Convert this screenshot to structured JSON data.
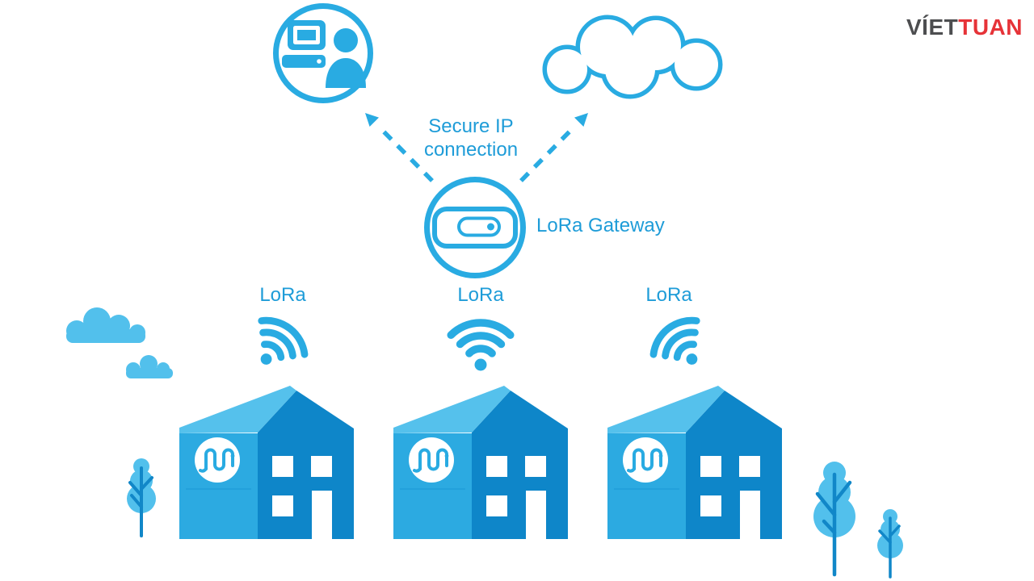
{
  "brand": {
    "name": "VIETTUAN",
    "logo_prefix": "VÍET",
    "logo_suffix": "TUAN",
    "logo_prefix_color": "#4D4E50",
    "logo_suffix_color": "#E63338"
  },
  "diagram": {
    "type": "lora-network-architecture",
    "connection_label_lines": [
      "Secure IP",
      "connection"
    ],
    "gateway_label": "LoRa Gateway",
    "houses": [
      {
        "radio_label": "LoRa"
      },
      {
        "radio_label": "LoRa"
      },
      {
        "radio_label": "LoRa"
      }
    ],
    "colors": {
      "azure": "#29ABE2",
      "text_blue": "#1E9CD8",
      "house_front_dark_blue": "#0E86C9",
      "house_wall_blue": "#2CAAE1",
      "roof_light_blue": "#55C1EC",
      "decor_light_blue": "#52C0EC"
    }
  }
}
